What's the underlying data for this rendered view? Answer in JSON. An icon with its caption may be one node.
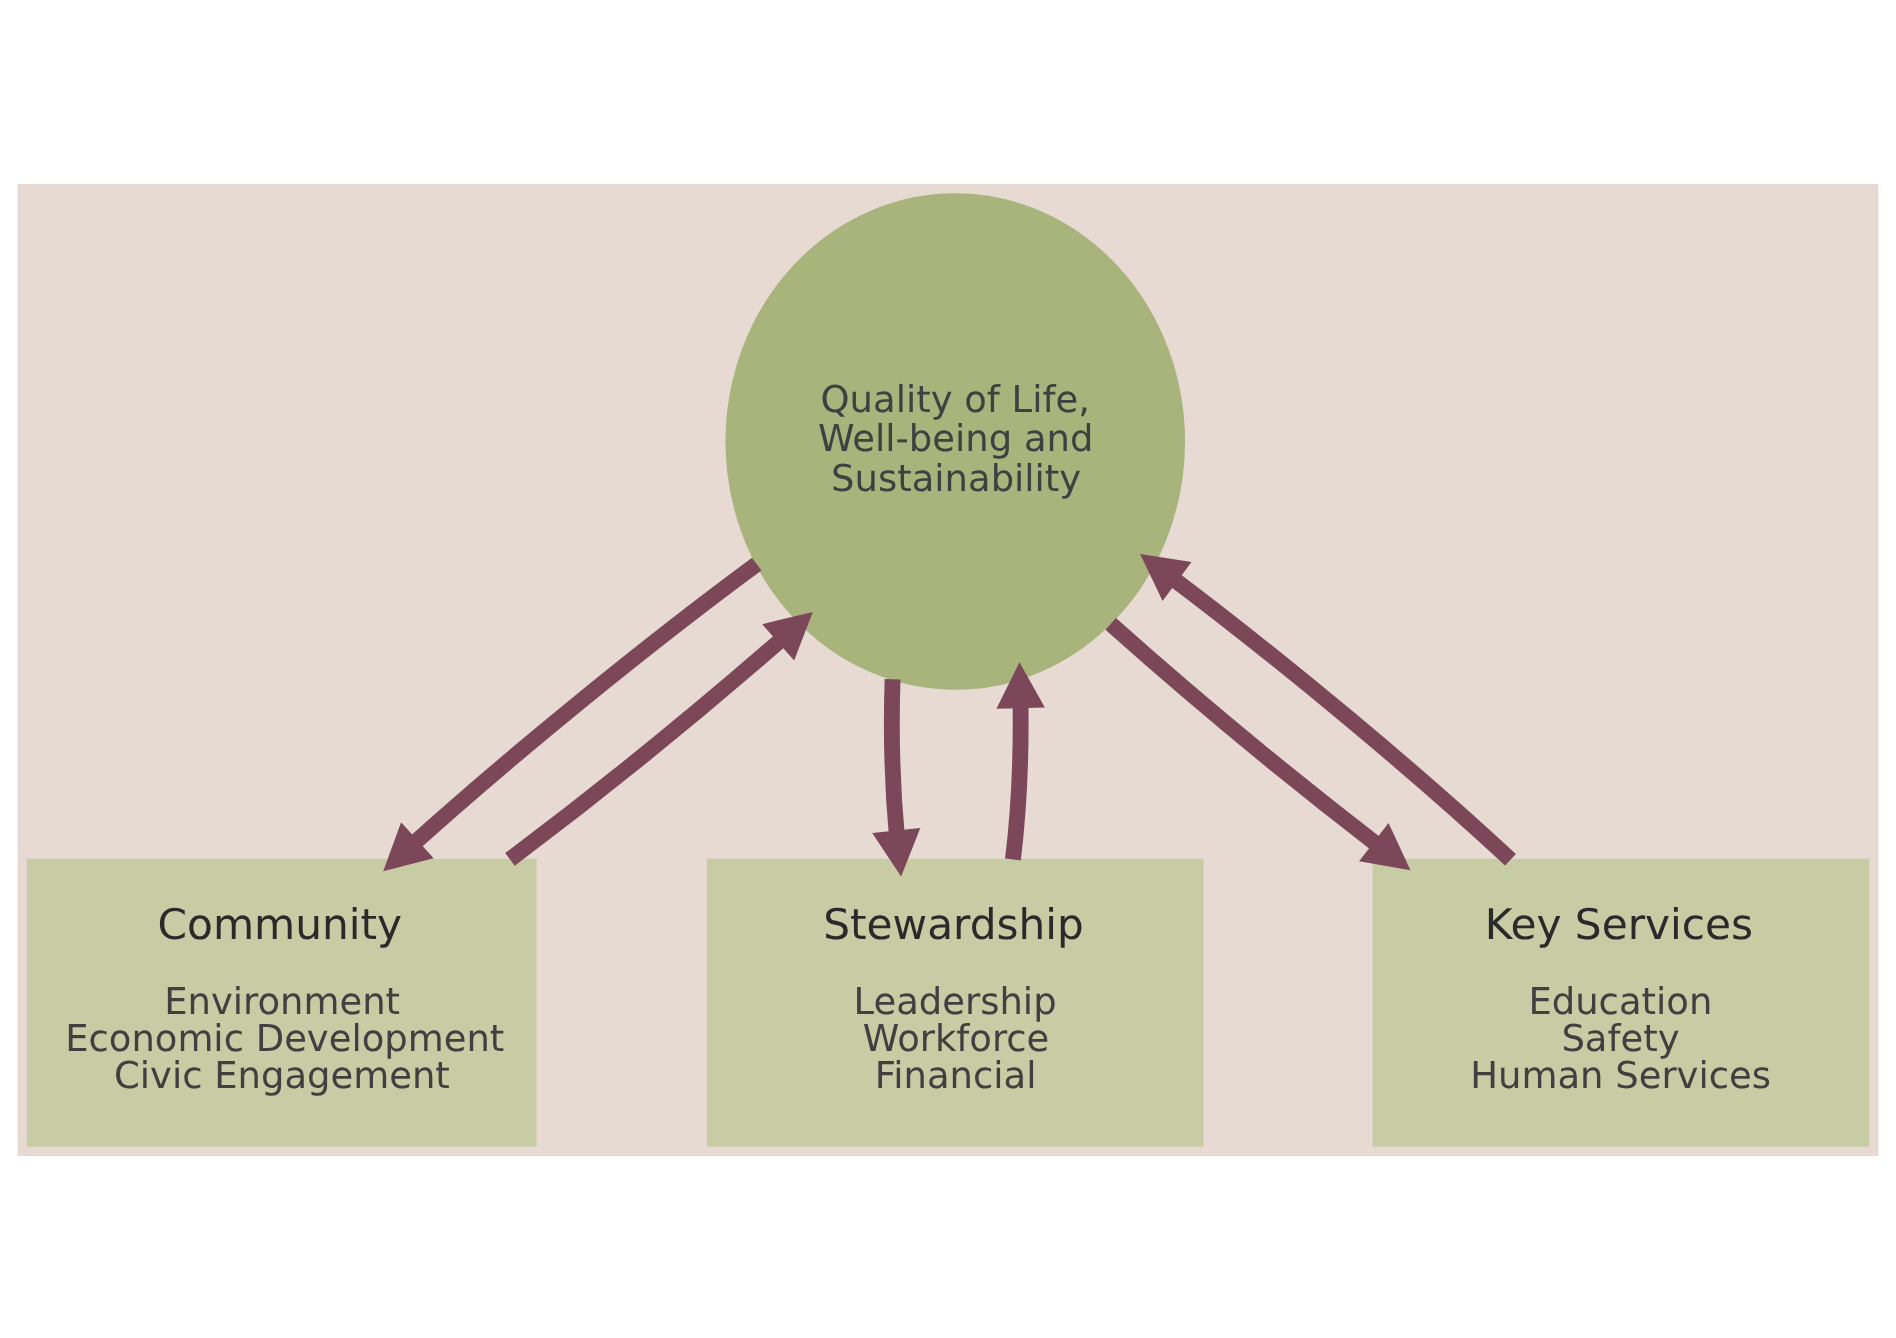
{
  "diagram": {
    "nodes": [
      {
        "text": [
          "Quality of Life, Well-being and Sustainability"
        ]
      },
      {
        "text": [
          "Community",
          "Environment",
          "Economic Development",
          "Civic Engagement"
        ]
      },
      {
        "text": [
          "Key Services",
          "Education",
          "Safety",
          "Human Services"
        ]
      },
      {
        "text": [
          "Stewardship",
          "Leadership",
          "Workforce",
          "Financial"
        ]
      }
    ],
    "edges": [
      {
        "from": 0,
        "to": 1,
        "arrow": "to"
      },
      {
        "from": 1,
        "to": 0,
        "arrow": "to"
      },
      {
        "from": 0,
        "to": 2,
        "arrow": "to"
      },
      {
        "from": 2,
        "to": 0,
        "arrow": "to"
      },
      {
        "from": 3,
        "to": 0,
        "arrow": "to"
      },
      {
        "from": 0,
        "to": 3,
        "arrow": "to"
      }
    ]
  }
}
